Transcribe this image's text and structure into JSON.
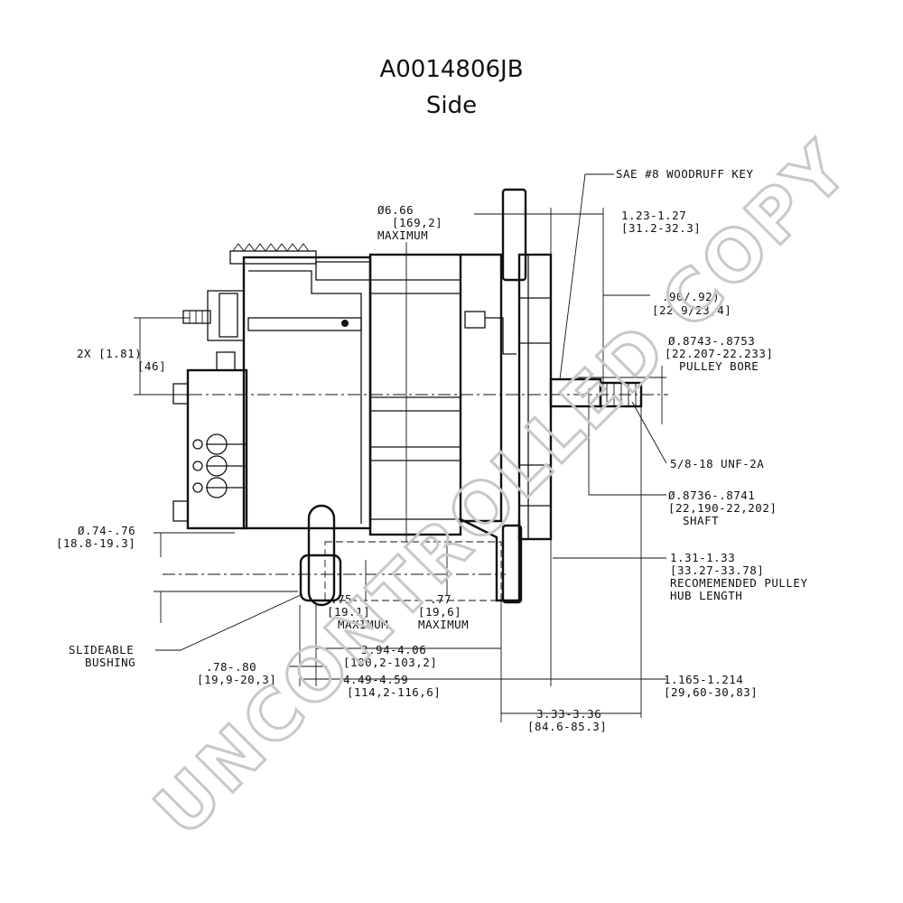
{
  "title": "A0014806JB",
  "subtitle": "Side",
  "watermark": "UNCONTROLLED COPY",
  "colors": {
    "line": "#111111",
    "watermark": "#c8c8c8",
    "background": "#ffffff"
  },
  "dimensions": {
    "woodruff_key": "SAE #8 WOODRUFF KEY",
    "max_dia_in": "Ø6.66",
    "max_dia_mm": "[169,2]",
    "max_dia_note": "MAXIMUM",
    "key_pos_in": "1.23-1.27",
    "key_pos_mm": "[31.2-32.3]",
    "hub_face_in": ".90/.92)",
    "hub_face_mm": "[22.9/23,4]",
    "bore_in": "Ø.8743-.8753",
    "bore_mm": "[22.207-22.233]",
    "bore_label": "PULLEY BORE",
    "mount_2x_in": "2X [1.81)",
    "mount_2x_mm": "[46]",
    "thread": "5/8-18 UNF-2A",
    "shaft_in": "Ø.8736-.8741",
    "shaft_mm": "[22,190-22,202]",
    "shaft_label": "SHAFT",
    "bushing_dia_in": "Ø.74-.76",
    "bushing_dia_mm": "[18.8-19.3]",
    "hub_len_in": "1.31-1.33",
    "hub_len_mm": "[33.27-33.78]",
    "hub_len_label1": "RECOMEMENDED PULLEY",
    "hub_len_label2": "HUB LENGTH",
    "ear1_in": ".75",
    "ear1_mm": "[19.1]",
    "ear1_note": "MAXIMUM",
    "ear2_in": ".77",
    "ear2_mm": "[19,6]",
    "ear2_note": "MAXIMUM",
    "bushing_label1": "SLIDEABLE",
    "bushing_label2": "BUSHING",
    "len_a_in": "3.94-4.06",
    "len_a_mm": "[100,2-103,2]",
    "ear_off_in": ".78-.80",
    "ear_off_mm": "[19,9-20,3]",
    "len_b_in": "4.49-4.59",
    "len_b_mm": "[114,2-116,6]",
    "pulley_off_in": "1.165-1.214",
    "pulley_off_mm": "[29,60-30,83]",
    "len_c_in": "3.33-3.36",
    "len_c_mm": "[84.6-85.3]"
  }
}
